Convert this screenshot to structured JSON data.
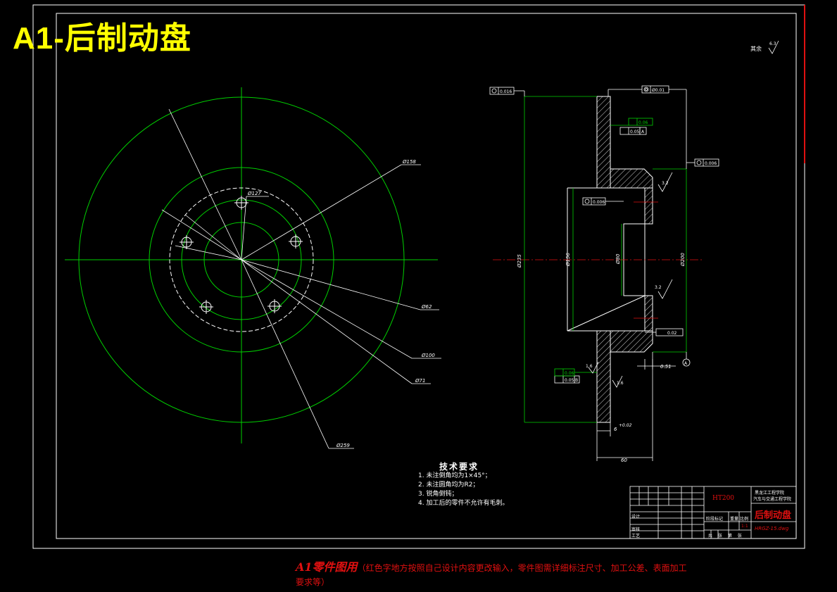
{
  "banner": {
    "title": "A1-后制动盘"
  },
  "section_view": {
    "roughness_note": "其余",
    "roughness_value": "6.3",
    "datum_label": "A"
  },
  "dimensions": {
    "d259": "Ø259",
    "d158": "Ø158",
    "d127": "Ø127",
    "d100": "Ø100",
    "d62": "Ø62",
    "d71": "Ø71",
    "d235": "Ø235",
    "d156": "Ø156",
    "d80": "Ø80",
    "d200": "Ø200",
    "width_60": "60",
    "thickness": "6",
    "thickness_tol": "+0.02",
    "step_051": "0.51"
  },
  "tolerances": {
    "t_circ_left": "0.016",
    "t_pos_top": "Ø0.01",
    "t_flat_1": "0.06",
    "t_par_1": "0.05",
    "t_par_1_datum": "A",
    "t_circ_right": "0.006",
    "t_circ_mid": "0.006",
    "t_flat_bottom": "0.02",
    "t_flat_2": "0.06",
    "t_par_2": "0.05",
    "t_par_2_datum": "B"
  },
  "roughness": {
    "r1": "3.2",
    "r2": "3.2",
    "r3": "1.6",
    "r4": "1.6"
  },
  "notes": {
    "title": "技术要求",
    "items": [
      "1. 未注倒角均为1×45°；",
      "2. 未注圆角均为R2；",
      "3. 锐角倒钝；",
      "4. 加工后的零件不允许有毛刺。"
    ]
  },
  "title_block": {
    "material": "HT200",
    "school": "黑龙江工程学院",
    "dept": "汽车与交通工程学院",
    "part_name": "后制动盘",
    "code": "HRGZ-15.dwg",
    "label_design": "设计",
    "label_check": "审核",
    "label_process": "工艺",
    "label_stage": "阶段标记",
    "label_weight": "重量",
    "label_scale": "比例",
    "scale_value": "1:1",
    "sheet": "共 张 第 张"
  },
  "footer": {
    "lead": "A1零件图用",
    "text": "（红色字地方按照自己设计内容更改输入，零件图需详细标注尺寸、加工公差、表面加工要求等）"
  }
}
